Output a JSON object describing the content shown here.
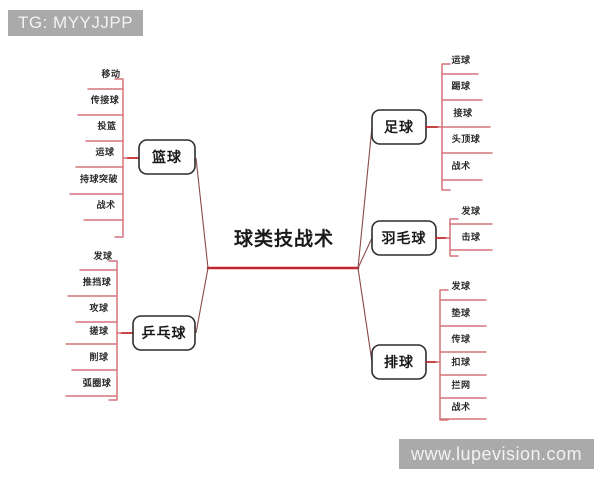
{
  "watermarks": {
    "top_left": "TG: MYYJJPP",
    "bottom_right": "www.lupevision.com"
  },
  "colors": {
    "background": "#ffffff",
    "trunk": "#c0272d",
    "bracket": "#d4737a",
    "branch": "#8a4a4a",
    "node_border": "#2d2d2d",
    "node_fill": "#ffffff",
    "text": "#1a1a1a",
    "watermark_bg": "#aaaaaa",
    "watermark_text": "#f2f2f2"
  },
  "mindmap": {
    "center": {
      "label": "球类技战术"
    },
    "branches": [
      {
        "id": "basketball",
        "label": "篮球",
        "side": "left",
        "leaves": [
          "移动",
          "传接球",
          "投篮",
          "运球",
          "持球突破",
          "战术"
        ]
      },
      {
        "id": "table-tennis",
        "label": "乒乓球",
        "side": "left",
        "leaves": [
          "发球",
          "推挡球",
          "攻球",
          "搓球",
          "削球",
          "弧圈球"
        ]
      },
      {
        "id": "football",
        "label": "足球",
        "side": "right",
        "leaves": [
          "运球",
          "踢球",
          "接球",
          "头顶球",
          "战术"
        ]
      },
      {
        "id": "badminton",
        "label": "羽毛球",
        "side": "right",
        "leaves": [
          "发球",
          "击球"
        ]
      },
      {
        "id": "volleyball",
        "label": "排球",
        "side": "right",
        "leaves": [
          "发球",
          "垫球",
          "传球",
          "扣球",
          "拦网",
          "战术"
        ]
      }
    ]
  }
}
